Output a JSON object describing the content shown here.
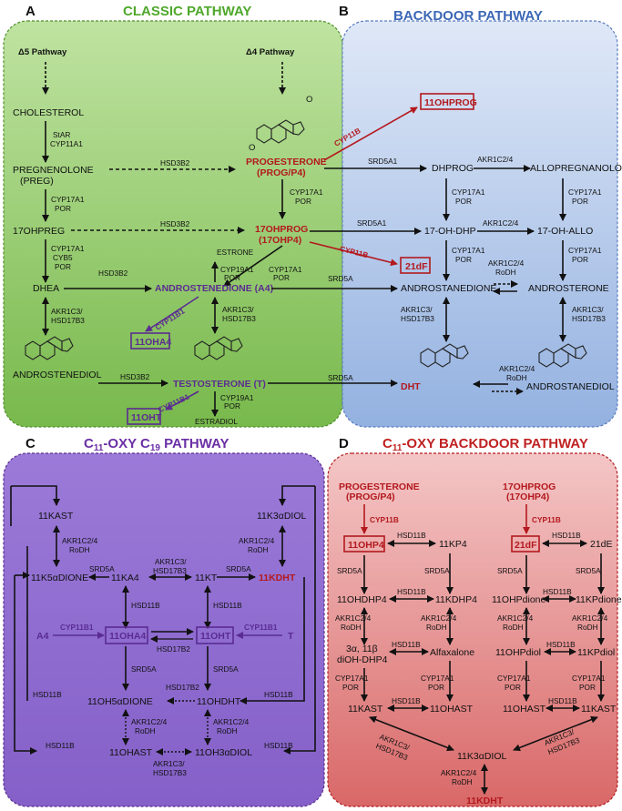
{
  "panels": {
    "A": {
      "letter": "A",
      "title": "CLASSIC PATHWAY",
      "delta5": "Δ5 Pathway",
      "delta4": "Δ4 Pathway",
      "metabolites": {
        "cholesterol": "CHOLESTEROL",
        "pregnenolone": "PREGNENOLONE",
        "preg_abbr": "(PREG)",
        "progesterone": "PROGESTERONE",
        "prog_abbr": "(PROG/P4)",
        "ohpreg": "17OHPREG",
        "ohprog": "17OHPROG",
        "ohp4": "(17OHP4)",
        "dhea": "DHEA",
        "androstenedione": "ANDROSTENEDIONE (A4)",
        "estrone": "ESTRONE",
        "androstenediol": "ANDROSTENEDIOL",
        "testosterone": "TESTOSTERONE (T)",
        "estradiol": "ESTRADIOL",
        "oh_prog_box": "11OHPROG",
        "dF_box": "21dF",
        "oha4_box": "11OHA4",
        "oht_box": "11OHT"
      },
      "enzymes": {
        "star": "StAR",
        "cyp11a1": "CYP11A1",
        "hsd3b2_a": "HSD3B2",
        "cyp17a1_a": "CYP17A1",
        "por_a": "POR",
        "cyp17a1_b": "CYP17A1",
        "por_b": "POR",
        "hsd3b2_b": "HSD3B2",
        "cyp17a1_c": "CYP17A1",
        "cyb5": "CYB5",
        "por_c": "POR",
        "cyp17a1_d": "CYP17A1",
        "por_d": "POR",
        "hsd3b2_c": "HSD3B2",
        "cyp19a1_a": "CYP19A1",
        "por_e": "POR",
        "akr1c3_a": "AKR1C3/",
        "hsd17b3_a": "HSD17B3",
        "akr1c3_b": "AKR1C3/",
        "hsd17b3_b": "HSD17B3",
        "hsd3b2_d": "HSD3B2",
        "cyp19a1_b": "CYP19A1",
        "por_f": "POR",
        "cyp11b1_a": "CYP11B1",
        "cyp11b_a": "CYP11B",
        "cyp11b_b": "CYP11B",
        "cyp11b1_b": "CYP11B1"
      }
    },
    "B": {
      "letter": "B",
      "title": "BACKDOOR PATHWAY",
      "metabolites": {
        "dhprog": "DHPROG",
        "allopreg": "ALLOPREGNANOLONE",
        "oh_dhp": "17-OH-DHP",
        "oh_allo": "17-OH-ALLO",
        "androstanedione": "ANDROSTANEDIONE",
        "androsterone": "ANDROSTERONE",
        "dht": "DHT",
        "androstanediol": "ANDROSTANEDIOL"
      },
      "enzymes": {
        "srd5a1_a": "SRD5A1",
        "akr1c2_a": "AKR1C2/4",
        "cyp17a1_a": "CYP17A1",
        "por_a": "POR",
        "cyp17a1_b": "CYP17A1",
        "por_b": "POR",
        "srd5a1_b": "SRD5A1",
        "akr1c2_b": "AKR1C2/4",
        "cyp17a1_c": "CYP17A1",
        "por_c": "POR",
        "cyp17a1_d": "CYP17A1",
        "por_d": "POR",
        "akr1c2_c": "AKR1C2/4",
        "rodh_c": "RoDH",
        "srd5a_a": "SRD5A",
        "akr1c3_a": "AKR1C3/",
        "hsd17b3_a": "HSD17B3",
        "akr1c3_b": "AKR1C3/",
        "hsd17b3_b": "HSD17B3",
        "srd5a_b": "SRD5A",
        "akr1c2_d": "AKR1C2/4",
        "rodh_d": "RoDH"
      }
    },
    "C": {
      "letter": "C",
      "title_pre": "C",
      "title_sub1": "11",
      "title_mid": "-OXY C",
      "title_sub2": "19",
      "title_post": " PATHWAY",
      "metabolites": {
        "k11ast": "11KAST",
        "k11_3adiol": "11K3αDIOL",
        "k5adione": "11K5αDIONE",
        "ka4": "11KA4",
        "kt": "11KT",
        "kdht": "11KDHT",
        "a4": "A4",
        "oha4": "11OHA4",
        "oht": "11OHT",
        "t": "T",
        "oh5adione": "11OH5αDIONE",
        "ohdht": "11OHDHT",
        "ohast": "11OHAST",
        "oh3adiol": "11OH3αDIOL"
      },
      "enzymes": {
        "akr1c2_a": "AKR1C2/4",
        "rodh_a": "RoDH",
        "akr1c2_b": "AKR1C2/4",
        "rodh_b": "RoDH",
        "srd5a_a": "SRD5A",
        "akr1c3_a": "AKR1C3/",
        "hsd17b3_a": "HSD17B3",
        "srd5a_b": "SRD5A",
        "hsd11b_a": "HSD11B",
        "hsd11b_b": "HSD11B",
        "cyp11b1_a": "CYP11B1",
        "cyp11b1_b": "CYP11B1",
        "hsd17b2_a": "HSD17B2",
        "srd5a_c": "SRD5A",
        "srd5a_d": "SRD5A",
        "hsd17b2_b": "HSD17B2",
        "hsd11b_c": "HSD11B",
        "hsd11b_d": "HSD11B",
        "akr1c2_c": "AKR1C2/4",
        "rodh_c": "RoDH",
        "akr1c2_d": "AKR1C2/4",
        "rodh_d": "RoDH",
        "hsd11b_e": "HSD11B",
        "hsd11b_f": "HSD11B",
        "akr1c3_b": "AKR1C3/",
        "hsd17b3_b": "HSD17B3"
      }
    },
    "D": {
      "letter": "D",
      "title_pre": "C",
      "title_sub": "11",
      "title_post": "-OXY BACKDOOR PATHWAY",
      "metabolites": {
        "progesterone": "PROGESTERONE",
        "prog_abbr": "(PROG/P4)",
        "ohprog": "17OHPROG",
        "ohp4": "(17OHP4)",
        "ohp4_box": "11OHP4",
        "kp4": "11KP4",
        "dF_box": "21dF",
        "dE": "21dE",
        "ohdhp4": "11OHDHP4",
        "kdhp4": "11KDHP4",
        "ohpdione": "11OHPdione",
        "kpdione": "11KPdione",
        "diohdhp4_a": "3α, 11β",
        "diohdhp4_b": "diOH-DHP4",
        "alfaxalone": "Alfaxalone",
        "ohpdiol": "11OHPdiol",
        "kpdiol": "11KPdiol",
        "kast_l": "11KAST",
        "ohast_l": "11OHAST",
        "ohast_r": "11OHAST",
        "kast_r": "11KAST",
        "k3adiol": "11K3αDIOL",
        "kdht": "11KDHT"
      },
      "enzymes": {
        "cyp11b_a": "CYP11B",
        "cyp11b_b": "CYP11B",
        "hsd11b_a": "HSD11B",
        "hsd11b_b": "HSD11B",
        "srd5a_a": "SRD5A",
        "srd5a_b": "SRD5A",
        "srd5a_c": "SRD5A",
        "srd5a_d": "SRD5A",
        "hsd11b_c": "HSD11B",
        "hsd11b_d": "HSD11B",
        "akr_a": "AKR1C2/4",
        "rodh_a": "RoDH",
        "akr_b": "AKR1C2/4",
        "rodh_b": "RoDH",
        "akr_c": "AKR1C2/4",
        "rodh_c": "RoDH",
        "akr_d": "AKR1C2/4",
        "rodh_d": "RoDH",
        "hsd11b_e": "HSD11B",
        "hsd11b_f": "HSD11B",
        "cyp_a": "CYP17A1",
        "por_a": "POR",
        "cyp_b": "CYP17A1",
        "por_b": "POR",
        "cyp_c": "CYP17A1",
        "por_c": "POR",
        "cyp_d": "CYP17A1",
        "por_d": "POR",
        "hsd11b_g": "HSD11B",
        "hsd11b_h": "HSD11B",
        "akr1c3_l": "AKR1C3/",
        "hsd17b3_l": "HSD17B3",
        "akr1c3_r": "AKR1C3/",
        "hsd17b3_r": "HSD17B3",
        "akr_e": "AKR1C2/4",
        "rodh_e": "RoDH"
      }
    }
  },
  "colors": {
    "panel_a_fill": "#8cc665",
    "panel_b_fill": "#b4c9e8",
    "panel_c_fill": "#8e6bd0",
    "panel_d_fill": "#e08080",
    "title_green": "#4ea82a",
    "title_blue": "#3b67b6",
    "title_purple": "#6a2fa5",
    "title_red": "#c02222",
    "highlight_red": "#b3191e",
    "highlight_purple": "#5b2c91"
  }
}
